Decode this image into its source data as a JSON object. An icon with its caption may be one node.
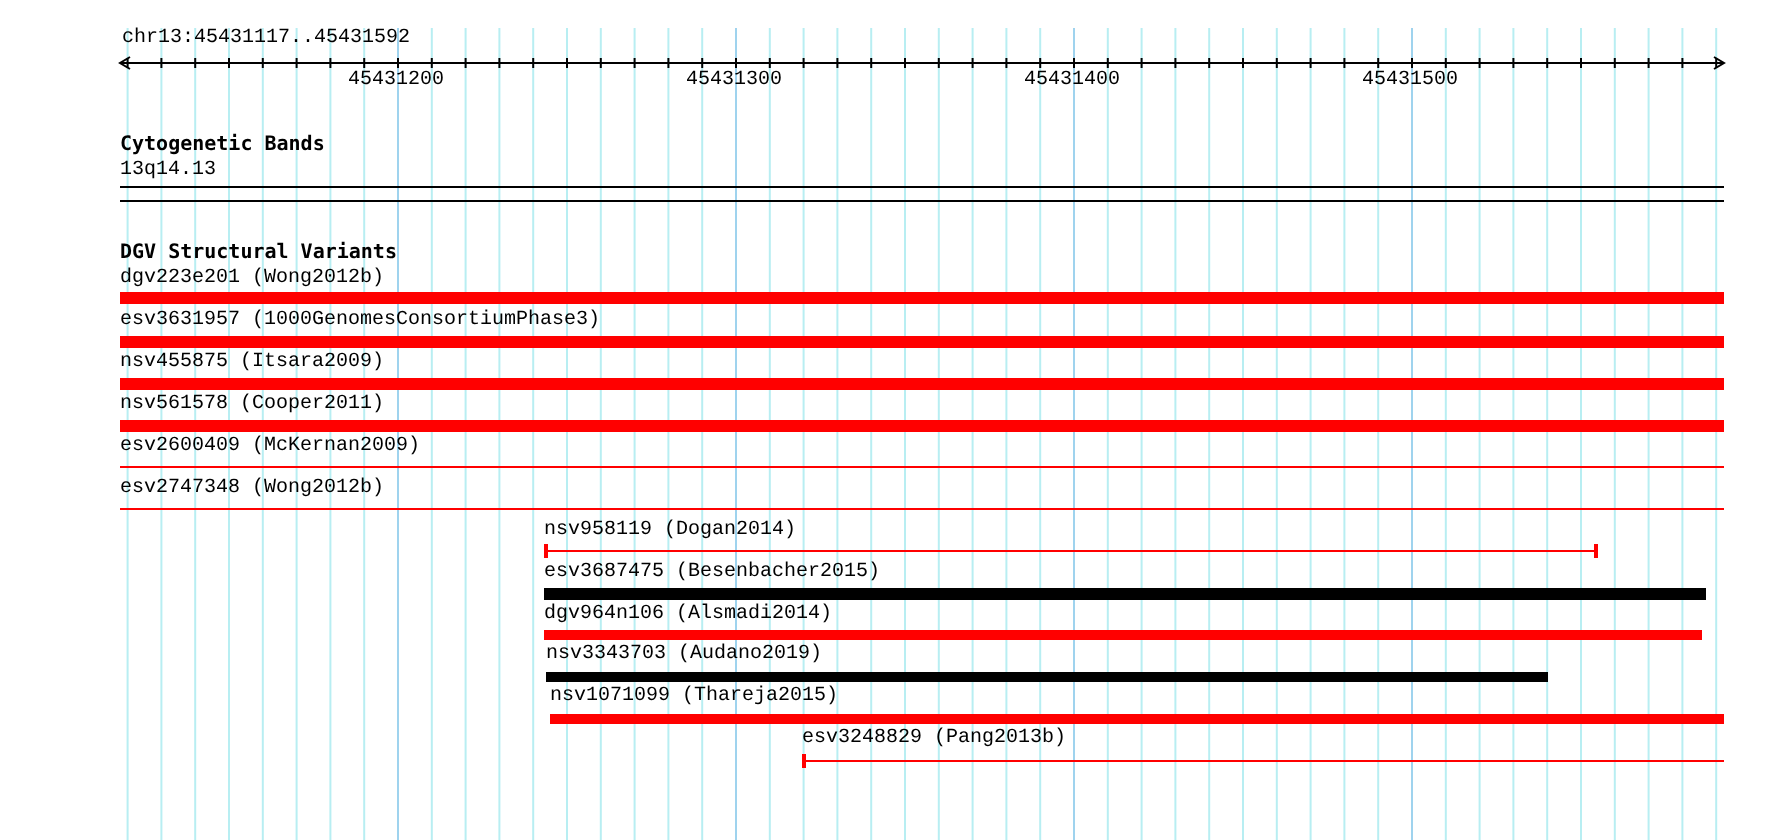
{
  "diagram": {
    "labels": [
      "chr13:45431117..45431592",
      "45431200",
      "45431300",
      "45431400",
      "45431500",
      "Cytogenetic Bands",
      "13q14.13",
      "DGV Structural Variants",
      "dgv223e201 (Wong2012b)",
      "esv3631957 (1000GenomesConsortiumPhase3)",
      "nsv455875 (Itsara2009)",
      "nsv561578 (Cooper2011)",
      "esv2600409 (McKernan2009)",
      "esv2747348 (Wong2012b)",
      "nsv958119 (Dogan2014)",
      "esv3687475 (Besenbacher2015)",
      "dgv964n106 (Alsmadi2014)",
      "nsv3343703 (Audano2019)",
      "nsv1071099 (Thareja2015)",
      "esv3248829 (Pang2013b)"
    ]
  }
}
